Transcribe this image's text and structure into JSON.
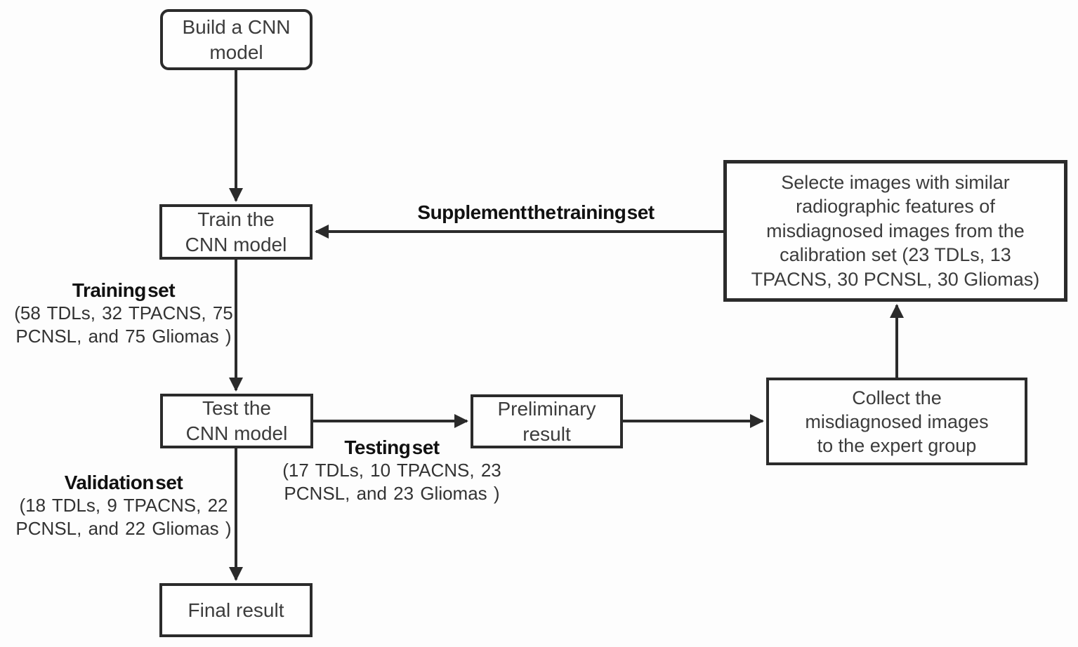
{
  "diagram": {
    "type": "flowchart",
    "background_color": "#fdfdfd",
    "line_color": "#2b2b2b",
    "boxes": {
      "build_model": {
        "label": "Build a CNN\nmodel"
      },
      "train_model": {
        "label": "Train the\nCNN model"
      },
      "test_model": {
        "label": "Test the\nCNN model"
      },
      "final_result": {
        "label": "Final result"
      },
      "preliminary_result": {
        "label": "Preliminary\nresult"
      },
      "collect_images": {
        "label": "Collect the\nmisdiagnosed images\nto the expert group"
      },
      "select_images": {
        "label": "Selecte images with similar\nradiographic features of\nmisdiagnosed images from the\ncalibration set (23 TDLs, 13\nTPACNS, 30 PCNSL, 30 Gliomas)"
      }
    },
    "labels": {
      "training_set": {
        "title": "Training set",
        "detail": "(58 TDLs, 32 TPACNS, 75\nPCNSL, and 75 Gliomas )"
      },
      "validation_set": {
        "title": "Validation set",
        "detail": "(18 TDLs, 9 TPACNS, 22\nPCNSL, and 22 Gliomas )"
      },
      "testing_set": {
        "title": "Testing set",
        "detail": "(17 TDLs, 10 TPACNS, 23\nPCNSL, and 23 Gliomas )"
      },
      "supplement": {
        "title": "Supplement the training set"
      }
    }
  }
}
